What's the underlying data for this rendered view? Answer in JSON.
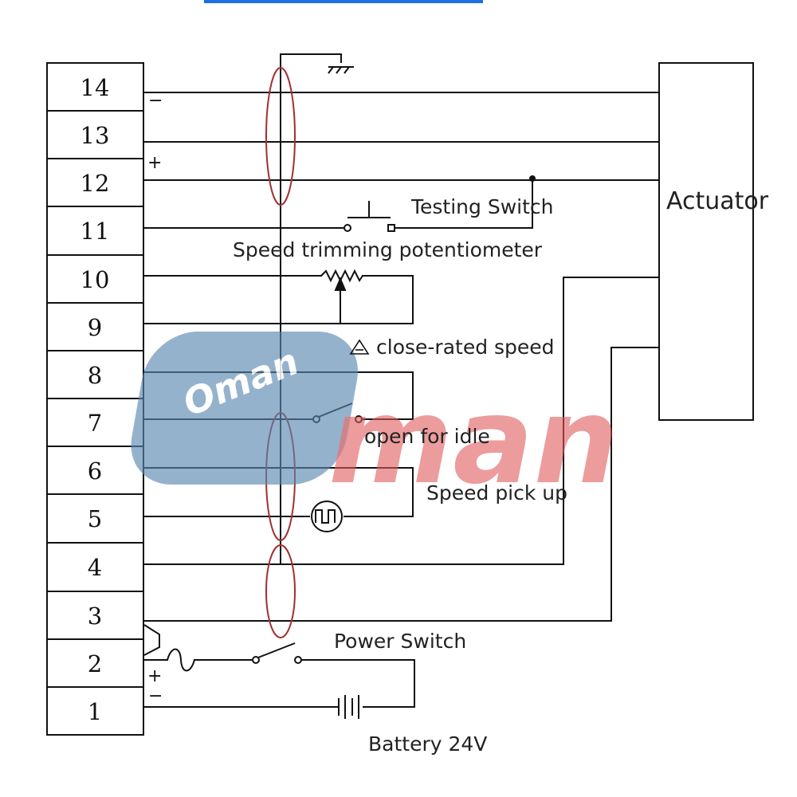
{
  "terminal_block": {
    "terminals": [
      "14",
      "13",
      "12",
      "11",
      "10",
      "9",
      "8",
      "7",
      "6",
      "5",
      "4",
      "3",
      "2",
      "1"
    ]
  },
  "actuator": {
    "label": "Actuator"
  },
  "labels": {
    "testing_switch": "Testing Switch",
    "speed_trim_pot": "Speed trimming potentiometer",
    "close_rated": "close-rated speed",
    "open_idle": "open for idle",
    "speed_pickup": "Speed pick up",
    "power_switch": "Power Switch",
    "battery": "Battery 24V"
  },
  "polarity": {
    "t14": "−",
    "t12": "+",
    "t2": "+",
    "t1": "−"
  },
  "watermark": {
    "badge_text": "Oman",
    "large_text": "man"
  },
  "colors": {
    "line": "#111111",
    "shield": "#a03030",
    "accent_bar": "#1e6fe0",
    "wm_blue": "#5a87b0",
    "wm_red": "#e05a5a"
  }
}
